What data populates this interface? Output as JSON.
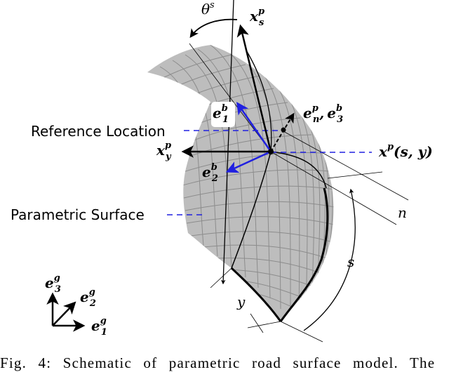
{
  "figure": {
    "caption": "Fig. 4: Schematic of parametric road surface model. The",
    "labels": {
      "theta": "θ",
      "theta_sup": "s",
      "xs": "x",
      "xs_sup": "p",
      "xs_sub": "s",
      "xy": "x",
      "xy_sup": "p",
      "xy_sub": "y",
      "e1b": "e",
      "e1b_sup": "b",
      "e1b_sub": "1",
      "e2b": "e",
      "e2b_sup": "b",
      "e2b_sub": "2",
      "en": "e",
      "en_sup": "p",
      "en_sub": "n",
      "e3b_sep": ",",
      "e3b": "e",
      "e3b_sup": "b",
      "e3b_sub": "3",
      "xp": "x",
      "xp_sup": "p",
      "xp_args": "(s, y)",
      "n": "n",
      "s": "s",
      "y": "y",
      "reference_location": "Reference Location",
      "parametric_surface": "Parametric Surface",
      "eg1": "e",
      "eg1_sup": "g",
      "eg1_sub": "1",
      "eg2": "e",
      "eg2_sup": "g",
      "eg2_sub": "2",
      "eg3": "e",
      "eg3_sup": "g",
      "eg3_sub": "3"
    },
    "colors": {
      "surface": "#bdbdbd",
      "grid": "#8c8c8c",
      "blue": "#2020e0",
      "black": "#000000"
    }
  }
}
